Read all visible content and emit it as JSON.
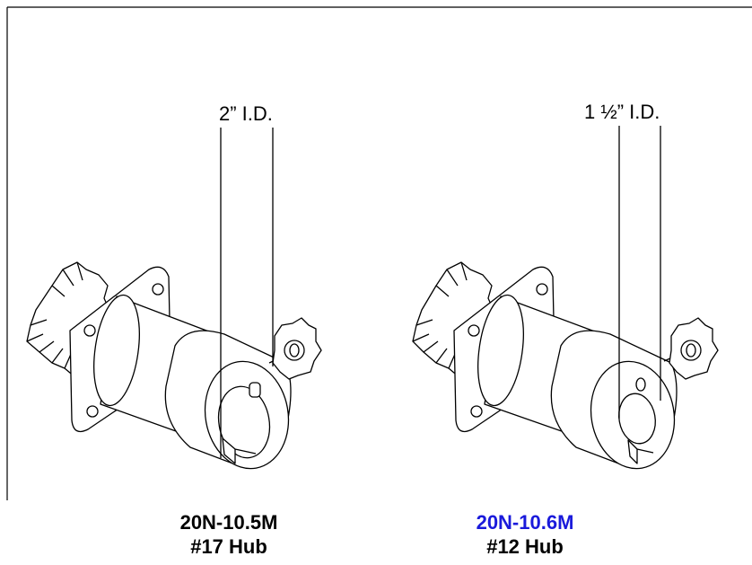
{
  "left_part": {
    "dimension_label": "2” I.D.",
    "model": "20N-10.5M",
    "hub": "#17 Hub",
    "model_color": "#000000"
  },
  "right_part": {
    "dimension_label": "1 ½” I.D.",
    "model": "20N-10.6M",
    "hub": "#12 Hub",
    "model_color": "#1a1adb"
  },
  "colors": {
    "line": "#000000",
    "background": "#ffffff",
    "highlight_model": "#1a1adb"
  }
}
